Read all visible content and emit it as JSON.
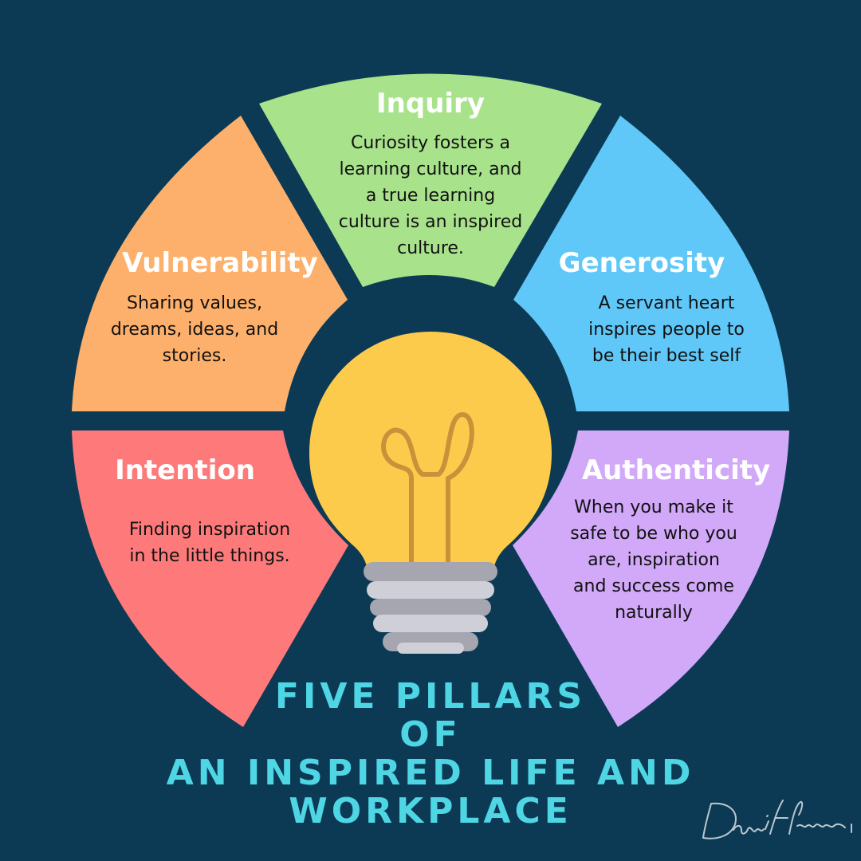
{
  "pillars": {
    "inquiry": {
      "title": "Inquiry",
      "body": "Curiosity fosters a\nlearning culture, and\na true learning\nculture is an inspired\nculture.",
      "color": "#a8e38c"
    },
    "vulnerability": {
      "title": "Vulnerability",
      "body": "Sharing values,\ndreams, ideas, and\nstories.",
      "color": "#fdb06b"
    },
    "generosity": {
      "title": "Generosity",
      "body": "A servant heart\ninspires people to\nbe their best self",
      "color": "#5fc8f8"
    },
    "intention": {
      "title": "Intention",
      "body": "Finding inspiration\nin the little things.",
      "color": "#fe7a7a"
    },
    "authenticity": {
      "title": "Authenticity",
      "body": "When you make it\nsafe to be who you\nare, inspiration\nand success come\nnaturally",
      "color": "#d2a8f9"
    }
  },
  "title": {
    "line1": "FIVE PILLARS",
    "line2": "OF",
    "line3": "AN INSPIRED LIFE AND",
    "line4": "WORKPLACE"
  },
  "signature": "David Irvine",
  "colors": {
    "background": "#0c3a55",
    "bulb": "#fdcb4b",
    "filament": "#c9913a",
    "base_light": "#cfcfd8",
    "base_dark": "#a6a6b0",
    "title": "#4fd6e4"
  },
  "icons": {
    "center": "lightbulb-icon"
  }
}
